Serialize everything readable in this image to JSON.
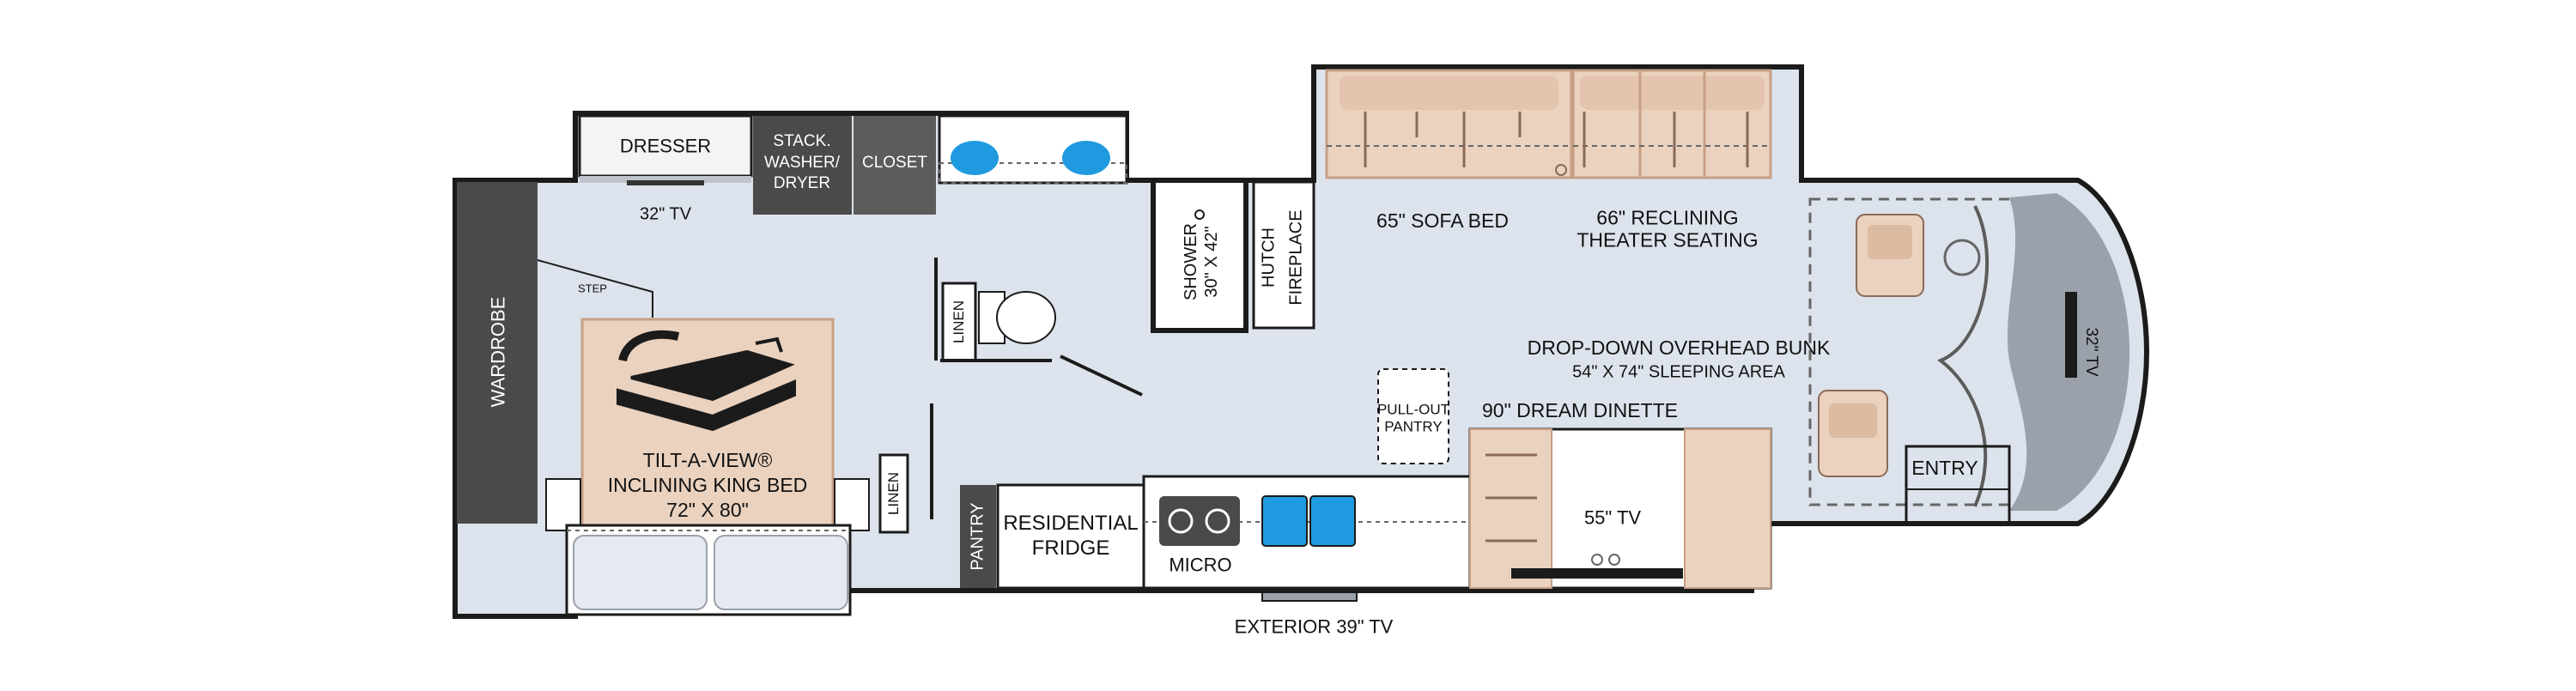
{
  "colors": {
    "floor": "#dde3ec",
    "wall": "#1b1b1b",
    "cabinet_dark": "#4a4a4a",
    "cabinet_gray": "#5c5c5c",
    "upholstery": "#ead2bf",
    "upholstery_dark": "#c79f85",
    "counter": "#ffffff",
    "sink_blue": "#1f9ae0",
    "cockpit_gray": "#9aa1ab"
  },
  "labels": {
    "dresser": "DRESSER",
    "bedroom_tv": "32\" TV",
    "washer_dryer": [
      "STACK.",
      "WASHER/",
      "DRYER"
    ],
    "closet": "CLOSET",
    "wardrobe": "WARDROBE",
    "step": "STEP",
    "bed": [
      "TILT-A-VIEW®",
      "INCLINING KING BED",
      "72\" X 80\""
    ],
    "linen_bath": "LINEN",
    "linen_hall": "LINEN",
    "shower": [
      "SHOWER",
      "30\" X 42\""
    ],
    "hutch": "HUTCH",
    "fireplace": "FIREPLACE",
    "sofa_bed": "65\" SOFA BED",
    "theater_seating": [
      "66\" RECLINING",
      "THEATER SEATING"
    ],
    "overhead_bunk": "DROP-DOWN OVERHEAD BUNK",
    "bunk_size": "54\" X 74\" SLEEPING AREA",
    "front_tv": "32\" TV",
    "entry": "ENTRY",
    "pullout_pantry": [
      "PULL-OUT",
      "PANTRY"
    ],
    "dinette": "90\" DREAM DINETTE",
    "dinette_tv": "55\" TV",
    "pantry": "PANTRY",
    "fridge": [
      "RESIDENTIAL",
      "FRIDGE"
    ],
    "micro": "MICRO",
    "exterior_tv": "EXTERIOR 39\" TV"
  }
}
